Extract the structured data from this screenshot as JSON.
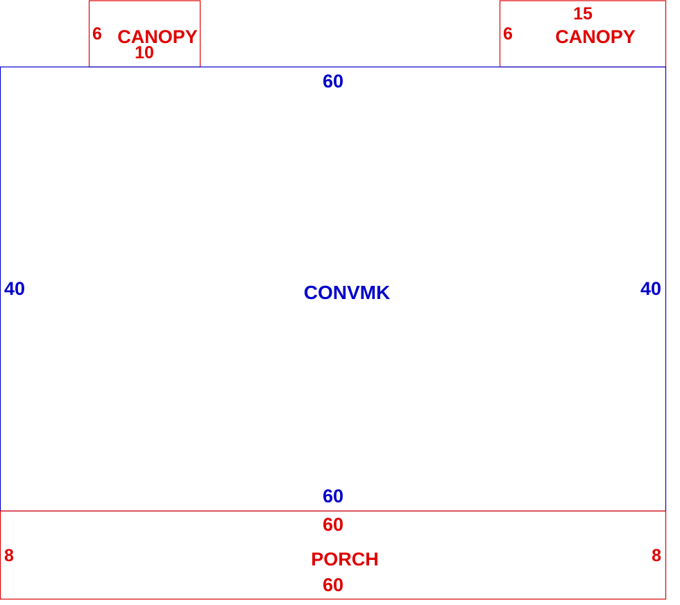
{
  "colors": {
    "main_structure": "#0000cc",
    "additions": "#e00000",
    "background": "#ffffff"
  },
  "main_area": {
    "name": "CONVMK",
    "top_dim": "60",
    "bottom_dim": "60",
    "left_dim": "40",
    "right_dim": "40"
  },
  "canopy_left": {
    "name": "CANOPY",
    "left_dim": "6",
    "bottom_dim": "10"
  },
  "canopy_right": {
    "name": "CANOPY",
    "top_dim": "15",
    "left_dim": "6"
  },
  "porch": {
    "name": "PORCH",
    "top_dim": "60",
    "bottom_dim": "60",
    "left_dim": "8",
    "right_dim": "8"
  }
}
